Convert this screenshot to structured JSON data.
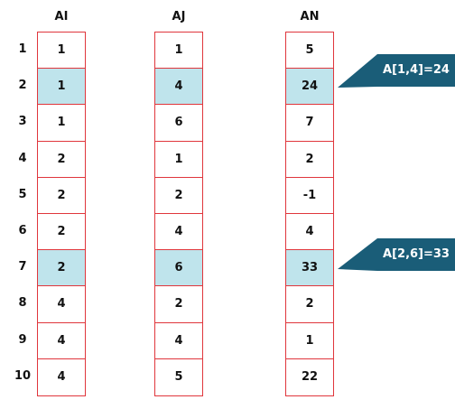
{
  "columns": [
    {
      "header": "AI",
      "values": [
        "1",
        "1",
        "1",
        "2",
        "2",
        "2",
        "2",
        "4",
        "4",
        "4"
      ]
    },
    {
      "header": "AJ",
      "values": [
        "1",
        "4",
        "6",
        "1",
        "2",
        "4",
        "6",
        "2",
        "4",
        "5"
      ]
    },
    {
      "header": "AN",
      "values": [
        "5",
        "24",
        "7",
        "2",
        "-1",
        "4",
        "33",
        "2",
        "1",
        "22"
      ]
    }
  ],
  "row_numbers": [
    "1",
    "2",
    "3",
    "4",
    "5",
    "6",
    "7",
    "8",
    "9",
    "10"
  ],
  "highlighted_rows": [
    2,
    7
  ],
  "highlight_color": "#bfe4ec",
  "border_color": "#e0363c",
  "callout_color": "#1a5d78",
  "callouts": [
    {
      "text": "A[1,4]=24",
      "row": 2
    },
    {
      "text": "A[2,6]=33",
      "row": 7
    }
  ]
}
